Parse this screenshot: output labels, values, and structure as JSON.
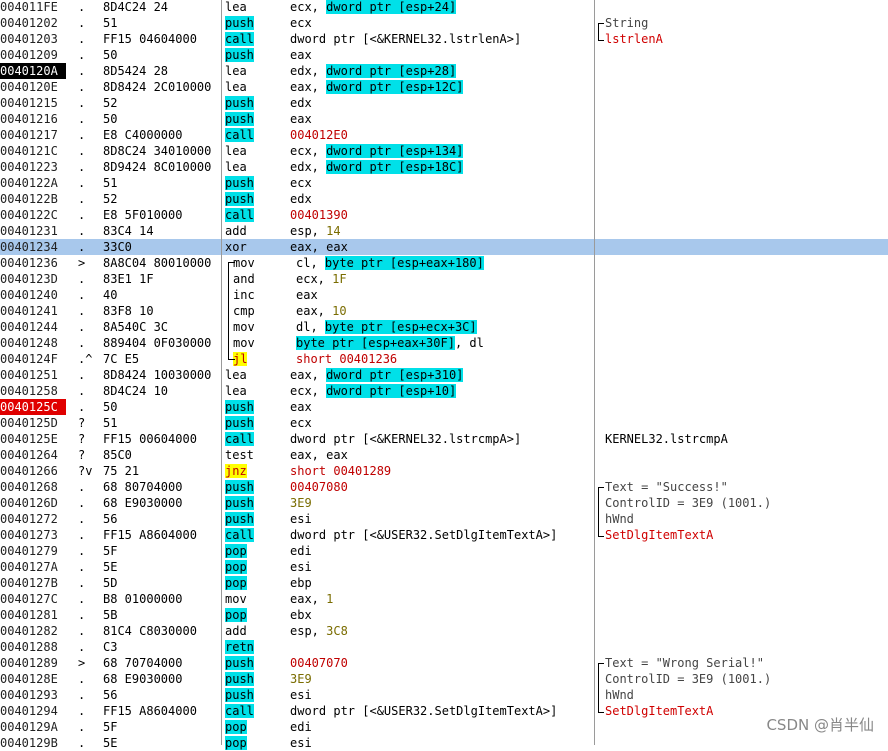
{
  "rows": [
    {
      "addr": "004011FE",
      "mark": ".",
      "hex": "8D4C24 24",
      "mn": "lea",
      "ops": [
        {
          "t": "ecx, "
        },
        {
          "t": "dword ptr [esp+24]",
          "c": "mem"
        }
      ],
      "cmt": ""
    },
    {
      "addr": "00401202",
      "mark": ".",
      "hex": "51",
      "mn": "push",
      "mc": "cyan",
      "ops": [
        {
          "t": "ecx"
        }
      ],
      "cmt": "String",
      "cc": "gray"
    },
    {
      "addr": "00401203",
      "mark": ".",
      "hex": "FF15 04604000",
      "mn": "call",
      "mc": "cyan",
      "ops": [
        {
          "t": "dword ptr [<&KERNEL32.lstrlenA>]"
        }
      ],
      "cmt": "lstrlenA",
      "cc": "red"
    },
    {
      "addr": "00401209",
      "mark": ".",
      "hex": "50",
      "mn": "push",
      "mc": "cyan",
      "ops": [
        {
          "t": "eax"
        }
      ],
      "cmt": ""
    },
    {
      "addr": "0040120A",
      "addrHl": "black",
      "mark": ".",
      "hex": "8D5424 28",
      "mn": "lea",
      "ops": [
        {
          "t": "edx, "
        },
        {
          "t": "dword ptr [esp+28]",
          "c": "mem"
        }
      ],
      "cmt": ""
    },
    {
      "addr": "0040120E",
      "mark": ".",
      "hex": "8D8424 2C010000",
      "mn": "lea",
      "ops": [
        {
          "t": "eax, "
        },
        {
          "t": "dword ptr [esp+12C]",
          "c": "mem"
        }
      ],
      "cmt": ""
    },
    {
      "addr": "00401215",
      "mark": ".",
      "hex": "52",
      "mn": "push",
      "mc": "cyan",
      "ops": [
        {
          "t": "edx"
        }
      ],
      "cmt": ""
    },
    {
      "addr": "00401216",
      "mark": ".",
      "hex": "50",
      "mn": "push",
      "mc": "cyan",
      "ops": [
        {
          "t": "eax"
        }
      ],
      "cmt": ""
    },
    {
      "addr": "00401217",
      "mark": ".",
      "hex": "E8 C4000000",
      "mn": "call",
      "mc": "cyan",
      "ops": [
        {
          "t": "004012E0",
          "c": "red"
        }
      ],
      "cmt": ""
    },
    {
      "addr": "0040121C",
      "mark": ".",
      "hex": "8D8C24 34010000",
      "mn": "lea",
      "ops": [
        {
          "t": "ecx, "
        },
        {
          "t": "dword ptr [esp+134]",
          "c": "mem"
        }
      ],
      "cmt": ""
    },
    {
      "addr": "00401223",
      "mark": ".",
      "hex": "8D9424 8C010000",
      "mn": "lea",
      "ops": [
        {
          "t": "edx, "
        },
        {
          "t": "dword ptr [esp+18C]",
          "c": "mem"
        }
      ],
      "cmt": ""
    },
    {
      "addr": "0040122A",
      "mark": ".",
      "hex": "51",
      "mn": "push",
      "mc": "cyan",
      "ops": [
        {
          "t": "ecx"
        }
      ],
      "cmt": ""
    },
    {
      "addr": "0040122B",
      "mark": ".",
      "hex": "52",
      "mn": "push",
      "mc": "cyan",
      "ops": [
        {
          "t": "edx"
        }
      ],
      "cmt": ""
    },
    {
      "addr": "0040122C",
      "mark": ".",
      "hex": "E8 5F010000",
      "mn": "call",
      "mc": "cyan",
      "ops": [
        {
          "t": "00401390",
          "c": "red"
        }
      ],
      "cmt": ""
    },
    {
      "addr": "00401231",
      "mark": ".",
      "hex": "83C4 14",
      "mn": "add",
      "ops": [
        {
          "t": "esp, "
        },
        {
          "t": "14",
          "c": "num"
        }
      ],
      "cmt": ""
    },
    {
      "addr": "00401234",
      "mark": ".",
      "hex": "33C0",
      "mn": "xor",
      "ops": [
        {
          "t": "eax, eax"
        }
      ],
      "cmt": "",
      "selected": true
    },
    {
      "addr": "00401236",
      "mark": ">",
      "hex": "8A8C04 80010000",
      "mn": "mov",
      "ops": [
        {
          "t": "cl, "
        },
        {
          "t": "byte ptr [esp+eax+180]",
          "c": "mem"
        }
      ],
      "cmt": "",
      "indent": true
    },
    {
      "addr": "0040123D",
      "mark": ".",
      "hex": "83E1 1F",
      "mn": "and",
      "ops": [
        {
          "t": "ecx, "
        },
        {
          "t": "1F",
          "c": "num"
        }
      ],
      "cmt": "",
      "indent": true
    },
    {
      "addr": "00401240",
      "mark": ".",
      "hex": "40",
      "mn": "inc",
      "ops": [
        {
          "t": "eax"
        }
      ],
      "cmt": "",
      "indent": true
    },
    {
      "addr": "00401241",
      "mark": ".",
      "hex": "83F8 10",
      "mn": "cmp",
      "ops": [
        {
          "t": "eax, "
        },
        {
          "t": "10",
          "c": "num"
        }
      ],
      "cmt": "",
      "indent": true
    },
    {
      "addr": "00401244",
      "mark": ".",
      "hex": "8A540C 3C",
      "mn": "mov",
      "ops": [
        {
          "t": "dl, "
        },
        {
          "t": "byte ptr [esp+ecx+3C]",
          "c": "mem"
        }
      ],
      "cmt": "",
      "indent": true
    },
    {
      "addr": "00401248",
      "mark": ".",
      "hex": "889404 0F030000",
      "mn": "mov",
      "ops": [
        {
          "t": "byte ptr [esp+eax+30F]",
          "c": "mem"
        },
        {
          "t": ", dl"
        }
      ],
      "cmt": "",
      "indent": true
    },
    {
      "addr": "0040124F",
      "mark": ".^",
      "hex": "7C E5",
      "mn": "jl",
      "mc": "yellow",
      "ops": [
        {
          "t": "short 00401236",
          "c": "red"
        }
      ],
      "cmt": "",
      "indent": true
    },
    {
      "addr": "00401251",
      "mark": ".",
      "hex": "8D8424 10030000",
      "mn": "lea",
      "ops": [
        {
          "t": "eax, "
        },
        {
          "t": "dword ptr [esp+310]",
          "c": "mem"
        }
      ],
      "cmt": ""
    },
    {
      "addr": "00401258",
      "mark": ".",
      "hex": "8D4C24 10",
      "mn": "lea",
      "ops": [
        {
          "t": "ecx, "
        },
        {
          "t": "dword ptr [esp+10]",
          "c": "mem"
        }
      ],
      "cmt": ""
    },
    {
      "addr": "0040125C",
      "addrHl": "red",
      "mark": ".",
      "hex": "50",
      "mn": "push",
      "mc": "cyan",
      "ops": [
        {
          "t": "eax"
        }
      ],
      "cmt": ""
    },
    {
      "addr": "0040125D",
      "mark": "?",
      "hex": "51",
      "mn": "push",
      "mc": "cyan",
      "ops": [
        {
          "t": "ecx"
        }
      ],
      "cmt": ""
    },
    {
      "addr": "0040125E",
      "mark": "?",
      "hex": "FF15 00604000",
      "mn": "call",
      "mc": "cyan",
      "ops": [
        {
          "t": "dword ptr [<&KERNEL32.lstrcmpA>]"
        }
      ],
      "cmt": "KERNEL32.lstrcmpA",
      "cc": "plain"
    },
    {
      "addr": "00401264",
      "mark": "?",
      "hex": "85C0",
      "mn": "test",
      "ops": [
        {
          "t": "eax, eax"
        }
      ],
      "cmt": ""
    },
    {
      "addr": "00401266",
      "mark": "?v",
      "hex": "75 21",
      "mn": "jnz",
      "mc": "yellow",
      "ops": [
        {
          "t": "short 00401289",
          "c": "red"
        }
      ],
      "cmt": ""
    },
    {
      "addr": "00401268",
      "mark": ".",
      "hex": "68 80704000",
      "mn": "push",
      "mc": "cyan",
      "ops": [
        {
          "t": "00407080",
          "c": "red"
        }
      ],
      "cmt": "Text = \"Success!\"",
      "cc": "mixed"
    },
    {
      "addr": "0040126D",
      "mark": ".",
      "hex": "68 E9030000",
      "mn": "push",
      "mc": "cyan",
      "ops": [
        {
          "t": "3E9",
          "c": "num"
        }
      ],
      "cmt": "ControlID = 3E9 (1001.)",
      "cc": "gray"
    },
    {
      "addr": "00401272",
      "mark": ".",
      "hex": "56",
      "mn": "push",
      "mc": "cyan",
      "ops": [
        {
          "t": "esi"
        }
      ],
      "cmt": "hWnd",
      "cc": "gray"
    },
    {
      "addr": "00401273",
      "mark": ".",
      "hex": "FF15 A8604000",
      "mn": "call",
      "mc": "cyan",
      "ops": [
        {
          "t": "dword ptr [<&USER32.SetDlgItemTextA>]"
        }
      ],
      "cmt": "SetDlgItemTextA",
      "cc": "red"
    },
    {
      "addr": "00401279",
      "mark": ".",
      "hex": "5F",
      "mn": "pop",
      "mc": "cyanText",
      "ops": [
        {
          "t": "edi"
        }
      ],
      "cmt": ""
    },
    {
      "addr": "0040127A",
      "mark": ".",
      "hex": "5E",
      "mn": "pop",
      "mc": "cyanText",
      "ops": [
        {
          "t": "esi"
        }
      ],
      "cmt": ""
    },
    {
      "addr": "0040127B",
      "mark": ".",
      "hex": "5D",
      "mn": "pop",
      "mc": "cyanText",
      "ops": [
        {
          "t": "ebp"
        }
      ],
      "cmt": ""
    },
    {
      "addr": "0040127C",
      "mark": ".",
      "hex": "B8 01000000",
      "mn": "mov",
      "ops": [
        {
          "t": "eax, "
        },
        {
          "t": "1",
          "c": "num"
        }
      ],
      "cmt": ""
    },
    {
      "addr": "00401281",
      "mark": ".",
      "hex": "5B",
      "mn": "pop",
      "mc": "cyanText",
      "ops": [
        {
          "t": "ebx"
        }
      ],
      "cmt": ""
    },
    {
      "addr": "00401282",
      "mark": ".",
      "hex": "81C4 C8030000",
      "mn": "add",
      "ops": [
        {
          "t": "esp, "
        },
        {
          "t": "3C8",
          "c": "num"
        }
      ],
      "cmt": ""
    },
    {
      "addr": "00401288",
      "mark": ".",
      "hex": "C3",
      "mn": "retn",
      "mc": "cyan",
      "ops": [],
      "cmt": ""
    },
    {
      "addr": "00401289",
      "mark": ">",
      "hex": "68 70704000",
      "mn": "push",
      "mc": "cyan",
      "ops": [
        {
          "t": "00407070",
          "c": "red"
        }
      ],
      "cmt": "Text = \"Wrong Serial!\"",
      "cc": "mixed"
    },
    {
      "addr": "0040128E",
      "mark": ".",
      "hex": "68 E9030000",
      "mn": "push",
      "mc": "cyan",
      "ops": [
        {
          "t": "3E9",
          "c": "num"
        }
      ],
      "cmt": "ControlID = 3E9 (1001.)",
      "cc": "gray"
    },
    {
      "addr": "00401293",
      "mark": ".",
      "hex": "56",
      "mn": "push",
      "mc": "cyan",
      "ops": [
        {
          "t": "esi"
        }
      ],
      "cmt": "hWnd",
      "cc": "gray"
    },
    {
      "addr": "00401294",
      "mark": ".",
      "hex": "FF15 A8604000",
      "mn": "call",
      "mc": "cyan",
      "ops": [
        {
          "t": "dword ptr [<&USER32.SetDlgItemTextA>]"
        }
      ],
      "cmt": "SetDlgItemTextA",
      "cc": "red"
    },
    {
      "addr": "0040129A",
      "mark": ".",
      "hex": "5F",
      "mn": "pop",
      "mc": "cyanText",
      "ops": [
        {
          "t": "edi"
        }
      ],
      "cmt": ""
    },
    {
      "addr": "0040129B",
      "mark": ".",
      "hex": "5E",
      "mn": "pop",
      "mc": "cyanText",
      "ops": [
        {
          "t": "esi"
        }
      ],
      "cmt": ""
    }
  ],
  "watermark": "CSDN @肖半仙",
  "colors": {
    "mnemonic_highlight": "#00e0e8",
    "jump_highlight": "#ffff00",
    "selected_row": "#a8c8ec",
    "api_comment": "#d00000"
  }
}
